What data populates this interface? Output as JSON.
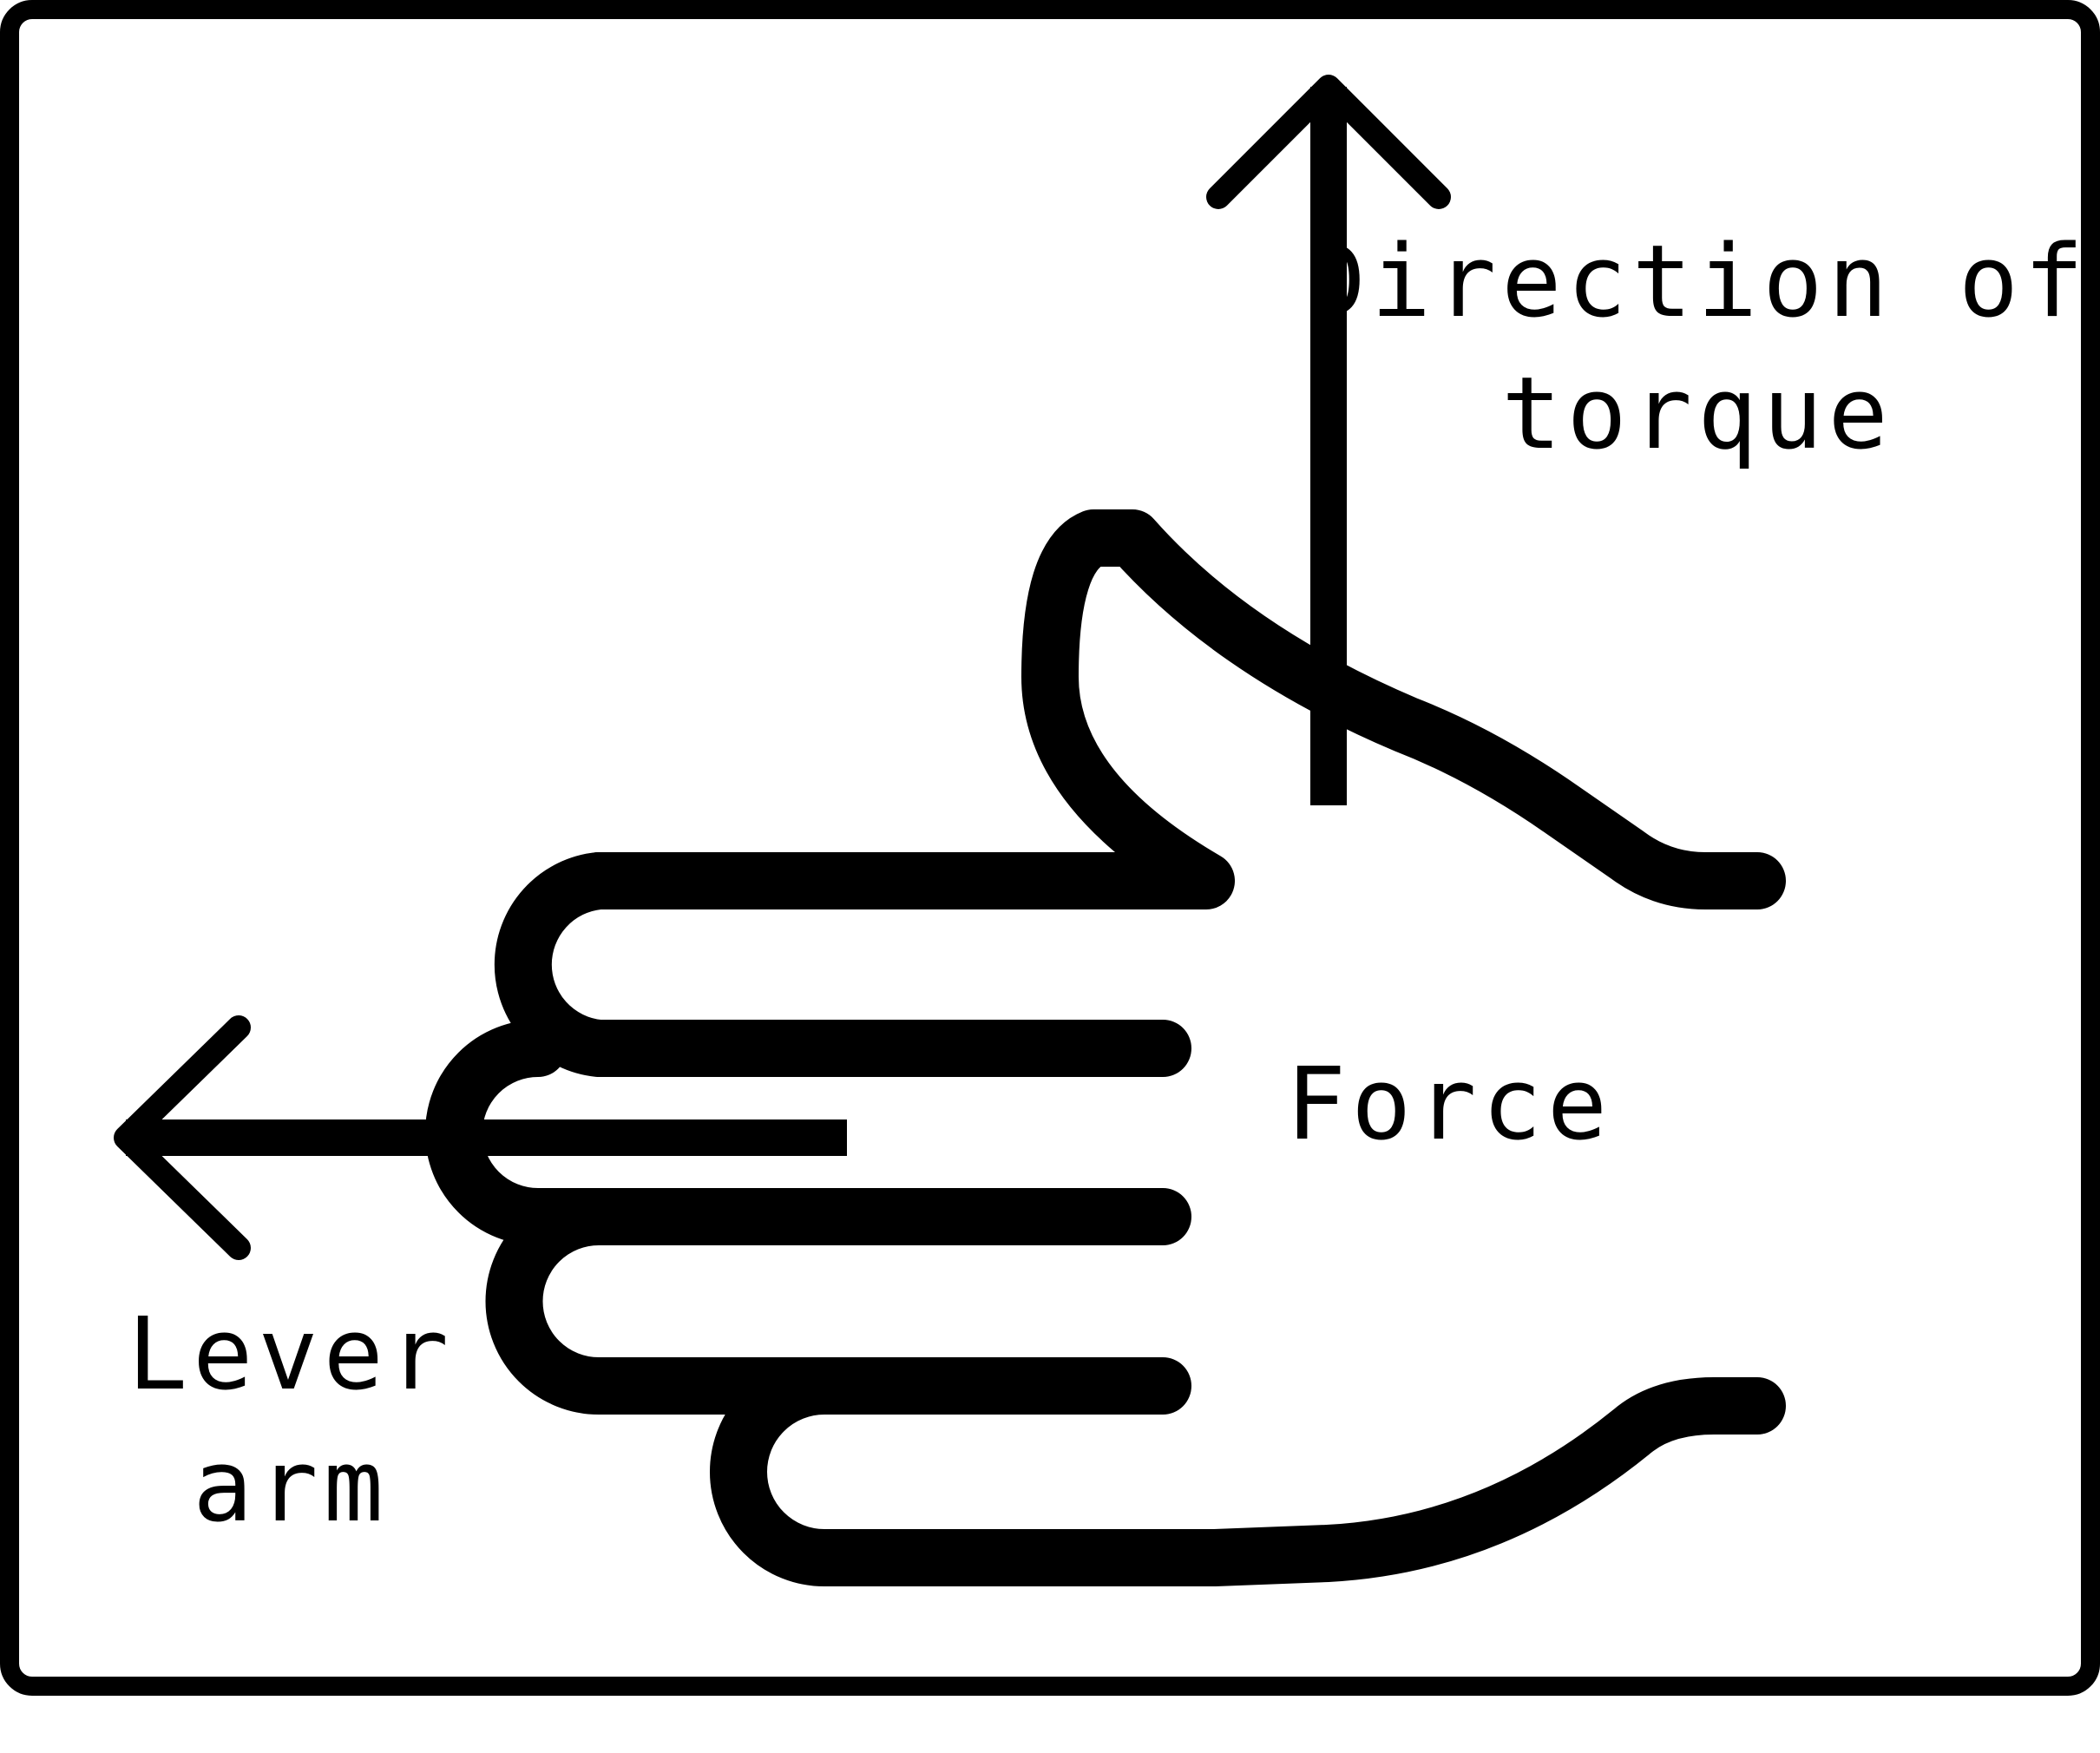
{
  "labels": {
    "torque_line1": "Direction of",
    "torque_line2": "torque",
    "force": "Force",
    "lever_line1": "Lever",
    "lever_line2": "arm"
  },
  "colors": {
    "stroke": "#000000",
    "background": "#ffffff"
  },
  "icons": {
    "hand": "right-hand-rule-hand-icon",
    "torque_arrow": "up-arrow-icon",
    "lever_arrow": "left-arrow-icon"
  }
}
